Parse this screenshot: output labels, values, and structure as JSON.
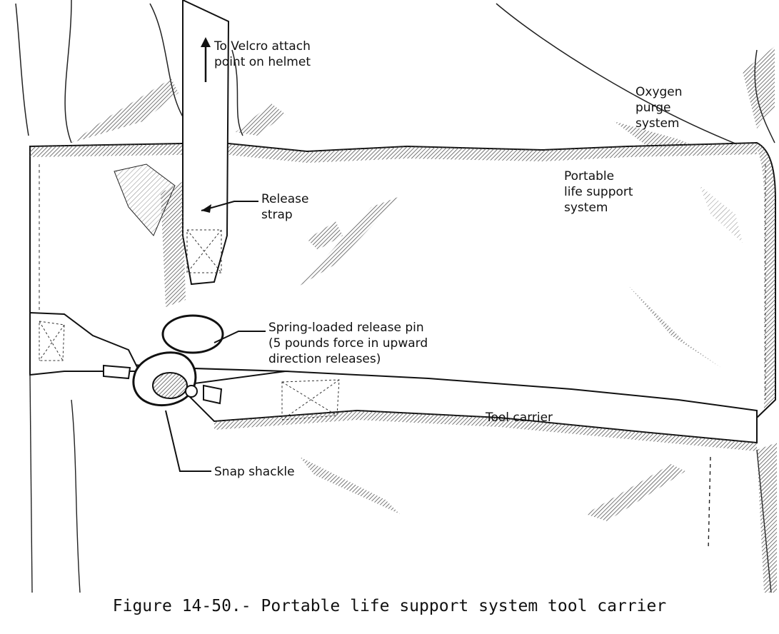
{
  "labels": {
    "velcro": "To Velcro attach\npoint on helmet",
    "oxygen": "Oxygen\npurge\nsystem",
    "plss": "Portable\nlife support\nsystem",
    "release_strap": "Release\nstrap",
    "release_pin": "Spring-loaded release pin\n(5 pounds force in upward\ndirection releases)",
    "tool_carrier": "Tool carrier",
    "snap_shackle": "Snap shackle"
  },
  "caption": "Figure 14-50.- Portable life support system tool carrier"
}
